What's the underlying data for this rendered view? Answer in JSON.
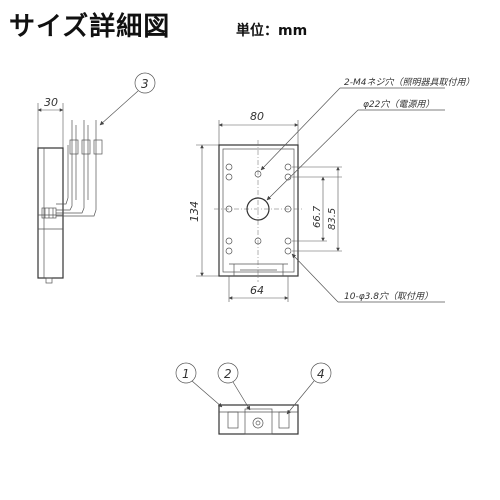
{
  "header": {
    "title": "サイズ詳細図",
    "unit_label": "単位：mm"
  },
  "dimensions": {
    "side_width": "30",
    "width_top": "80",
    "height_left": "134",
    "height_inner_667": "66.7",
    "height_inner_835": "83.5",
    "width_bottom": "64"
  },
  "callouts": {
    "m4_holes": "2-M4ネジ穴（照明器具取付用）",
    "power_hole": "φ22穴（電源用）",
    "mount_holes": "10-φ3.8穴（取付用）"
  },
  "balloons": {
    "b1": "1",
    "b2": "2",
    "b3": "3",
    "b4": "4"
  }
}
